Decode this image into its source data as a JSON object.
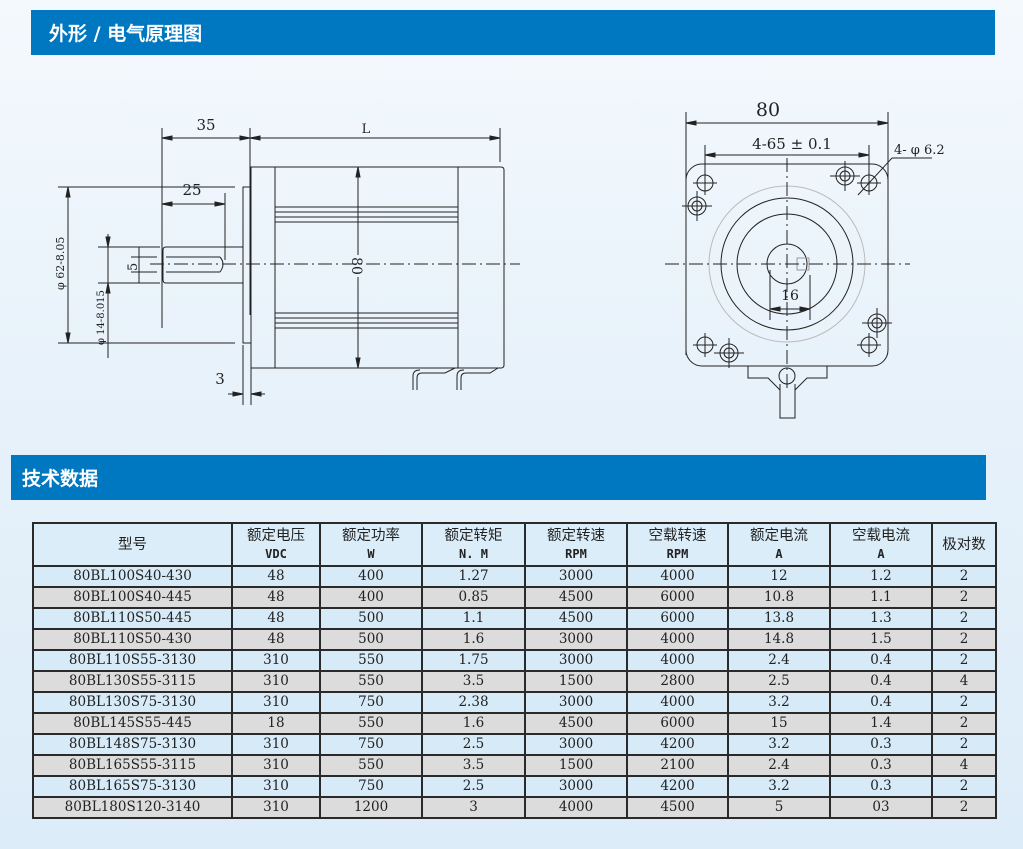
{
  "sections": {
    "outline_title": "外形 / 电气原理图",
    "tech_title": "技术数据"
  },
  "drawing_side": {
    "dim_35": "35",
    "dim_L": "L",
    "dim_25": "25",
    "dim_5": "5",
    "dim_80": "80",
    "dim_3": "3",
    "dim_phi62": "φ 62-8.05",
    "dim_phi14": "φ 14-8.015"
  },
  "drawing_front": {
    "dim_80": "80",
    "dim_hole_spacing": "4-65 ± 0.1",
    "dim_hole_dia": "4- φ 6.2",
    "dim_16": "16"
  },
  "table": {
    "headers": [
      {
        "label": "型号",
        "unit": ""
      },
      {
        "label": "额定电压",
        "unit": "VDC"
      },
      {
        "label": "额定功率",
        "unit": "W"
      },
      {
        "label": "额定转矩",
        "unit": "N. M"
      },
      {
        "label": "额定转速",
        "unit": "RPM"
      },
      {
        "label": "空载转速",
        "unit": "RPM"
      },
      {
        "label": "额定电流",
        "unit": "A"
      },
      {
        "label": "空载电流",
        "unit": "A"
      },
      {
        "label": "极对数",
        "unit": ""
      }
    ],
    "rows": [
      [
        "80BL100S40-430",
        "48",
        "400",
        "1.27",
        "3000",
        "4000",
        "12",
        "1.2",
        "2"
      ],
      [
        "80BL100S40-445",
        "48",
        "400",
        "0.85",
        "4500",
        "6000",
        "10.8",
        "1.1",
        "2"
      ],
      [
        "80BL110S50-445",
        "48",
        "500",
        "1.1",
        "4500",
        "6000",
        "13.8",
        "1.3",
        "2"
      ],
      [
        "80BL110S50-430",
        "48",
        "500",
        "1.6",
        "3000",
        "4000",
        "14.8",
        "1.5",
        "2"
      ],
      [
        "80BL110S55-3130",
        "310",
        "550",
        "1.75",
        "3000",
        "4000",
        "2.4",
        "0.4",
        "2"
      ],
      [
        "80BL130S55-3115",
        "310",
        "550",
        "3.5",
        "1500",
        "2800",
        "2.5",
        "0.4",
        "4"
      ],
      [
        "80BL130S75-3130",
        "310",
        "750",
        "2.38",
        "3000",
        "4000",
        "3.2",
        "0.4",
        "2"
      ],
      [
        "80BL145S55-445",
        "18",
        "550",
        "1.6",
        "4500",
        "6000",
        "15",
        "1.4",
        "2"
      ],
      [
        "80BL148S75-3130",
        "310",
        "750",
        "2.5",
        "3000",
        "4200",
        "3.2",
        "0.3",
        "2"
      ],
      [
        "80BL165S55-3115",
        "310",
        "550",
        "3.5",
        "1500",
        "2100",
        "2.4",
        "0.3",
        "4"
      ],
      [
        "80BL165S75-3130",
        "310",
        "750",
        "2.5",
        "3000",
        "4200",
        "3.2",
        "0.3",
        "2"
      ],
      [
        "80BL180S120-3140",
        "310",
        "1200",
        "3",
        "4000",
        "4500",
        "5",
        "03",
        "2"
      ]
    ]
  },
  "colors": {
    "header_bar": "#0078c1",
    "row_blue": "#d6eaf8",
    "row_gray": "#dcdcdc"
  }
}
